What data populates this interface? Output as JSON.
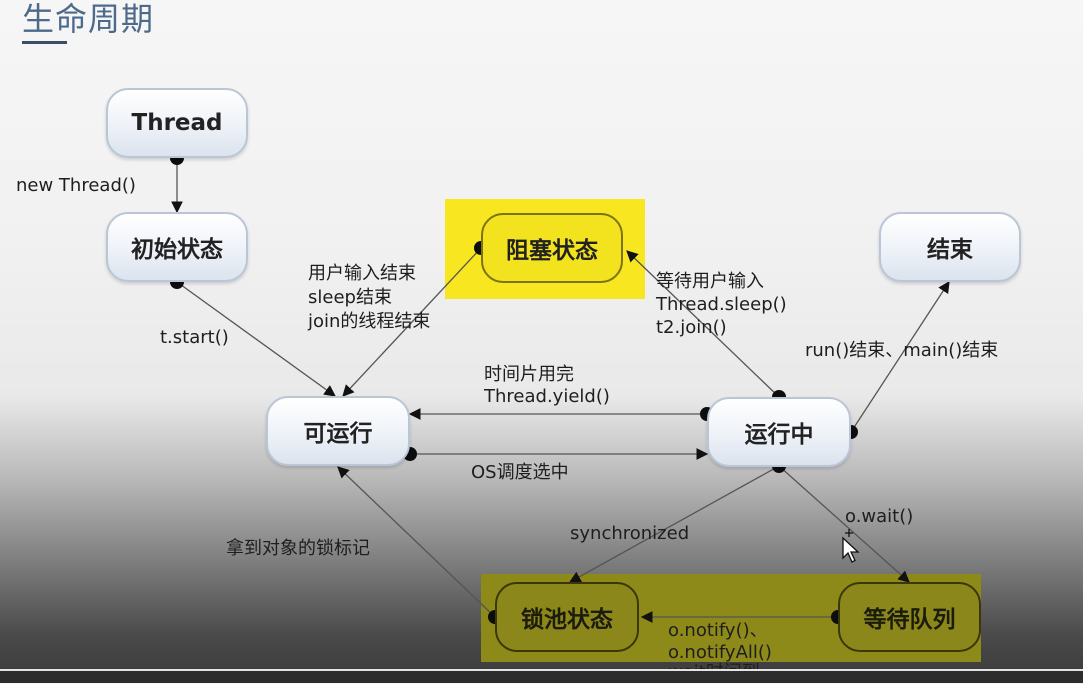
{
  "page": {
    "title": "生命周期"
  },
  "nodes": {
    "thread": "Thread",
    "init": "初始状态",
    "blocked": "阻塞状态",
    "end": "结束",
    "runnable": "可运行",
    "running": "运行中",
    "lockpool": "锁池状态",
    "waitqueue": "等待队列"
  },
  "labels": {
    "new_thread": "new Thread()",
    "t_start": "t.start()",
    "unblock_1": "用户输入结束",
    "unblock_2": "sleep结束",
    "unblock_3": "join的线程结束",
    "block_1": "等待用户输入",
    "block_2": "Thread.sleep()",
    "block_3": "t2.join()",
    "finish": "run()结束、main()结束",
    "yield_1": "时间片用完",
    "yield_2": "Thread.yield()",
    "schedule": "OS调度选中",
    "synchronized": "synchronized",
    "o_wait": "o.wait()",
    "got_lock": "拿到对象的锁标记",
    "notify_1": "o.notify()、",
    "notify_2": "o.notifyAll()",
    "notify_3": "wait时间到"
  },
  "colors": {
    "highlight_bright": "#f7e620",
    "highlight_dark": "#8d8a1a",
    "title": "#4d6a8a"
  }
}
